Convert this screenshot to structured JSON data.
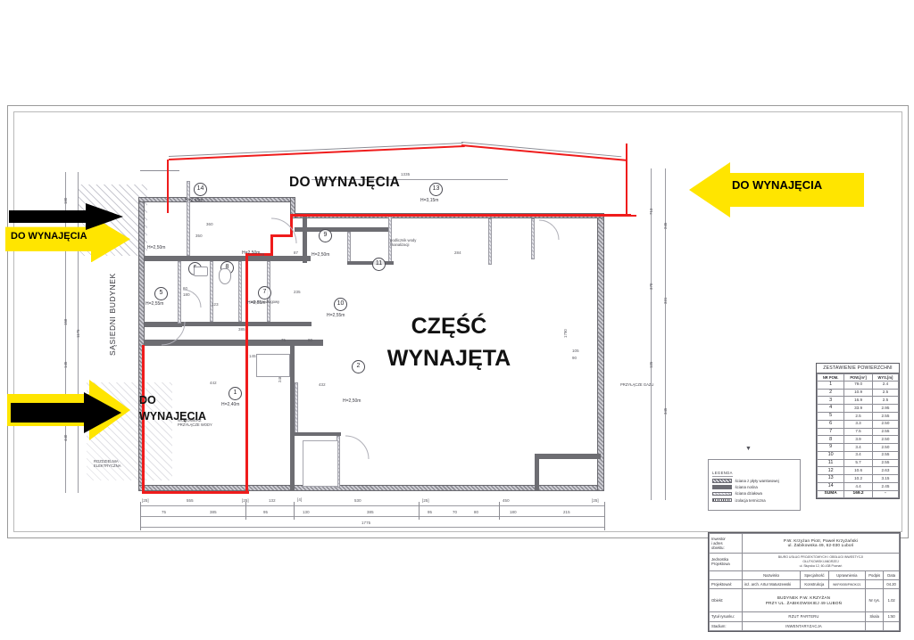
{
  "document": {
    "type": "architectural-floor-plan",
    "neighbour_building_label": "SĄSIEDNI BUDYNEK"
  },
  "callouts": {
    "top_label": "DO WYNAJĘCIA",
    "center_label": "CZĘŚĆ\nWYNAJĘTA",
    "bottom_left_label": "DO\nWYNAJĘCIA",
    "arrow_left_label": "DO WYNAJĘCIA",
    "arrow_right_label": "DO WYNAJĘCIA",
    "arrow_color": "#FFE500",
    "arrow_accent_color": "#000000",
    "marked_wall_color": "#EF1C1C"
  },
  "schedule": {
    "title": "ZESTAWIENIE POWIERZCHNI",
    "columns": [
      "NR POM.",
      "POW.[m²]",
      "WYS.[m]"
    ],
    "rows": [
      {
        "nr": "1",
        "pow": "79.0",
        "wys": "2.4"
      },
      {
        "nr": "2",
        "pow": "10.9",
        "wys": "2.5"
      },
      {
        "nr": "3",
        "pow": "16.9",
        "wys": "2.5"
      },
      {
        "nr": "4",
        "pow": "33.9",
        "wys": "2.95"
      },
      {
        "nr": "5",
        "pow": "2.5",
        "wys": "2.55"
      },
      {
        "nr": "6",
        "pow": "3.3",
        "wys": "2.50"
      },
      {
        "nr": "7",
        "pow": "7.5",
        "wys": "2.55"
      },
      {
        "nr": "8",
        "pow": "3.9",
        "wys": "2.50"
      },
      {
        "nr": "9",
        "pow": "3.4",
        "wys": "2.50"
      },
      {
        "nr": "10",
        "pow": "3.4",
        "wys": "2.55"
      },
      {
        "nr": "11",
        "pow": "5.7",
        "wys": "2.55"
      },
      {
        "nr": "12",
        "pow": "10.6",
        "wys": "2.63"
      },
      {
        "nr": "13",
        "pow": "10.2",
        "wys": "3.15"
      },
      {
        "nr": "14",
        "pow": "4.4",
        "wys": "2.45"
      }
    ],
    "sum_label": "SUMA",
    "sum_value": "169.2",
    "sum_wys": "-"
  },
  "legend": {
    "title": "LEGENDA",
    "items": [
      {
        "key": "sciana-warstwowa",
        "label": "ściana z płyty warstwowej"
      },
      {
        "key": "sciana-nosna",
        "label": "ściana nośna"
      },
      {
        "key": "sciana-dzialowa",
        "label": "ściana działowa"
      },
      {
        "key": "izolacja-termiczna",
        "label": "izolacja termiczna"
      }
    ]
  },
  "title_block": {
    "investor_label": "Inwestor\ni adres\nobiektu:",
    "investor_line1": "P.W. Krzyżan Piotr, Paweł Krzyżański",
    "investor_line2": "ul. Żabikowska 49, 62-030 Luboń",
    "unit_label": "Jednostka\nProjektowa",
    "unit_line1": "BIURO USŁUG PROJEKTOWYCH I OBSŁUGI INWESTYCJI",
    "unit_line2": "GŁUTKOWSKI ANDRZEJ",
    "unit_line3": "ul. Słupska 12, 60-438 Poznań",
    "cols": [
      "Nazwisko",
      "Specjalność",
      "Uprawnienia",
      "Podpis",
      "Data"
    ],
    "designer_label": "Projektował:",
    "designer_name": "inż. arch. Artur Matuszewski",
    "designer_spec": "Konstrukcja",
    "designer_perm": "WKP/0055/PWOK/21",
    "designer_sign": "",
    "designer_date": "04.20",
    "object_label": "Obiekt:",
    "object_line1": "BUDYNEK P.W. KRZYŻAN",
    "object_line2": "PRZY UL. ŻABIKOWSKIEJ 49 LUBOŃ",
    "sheet_no_label": "Nr rys.",
    "sheet_no_value": "1.02",
    "drawing_title_label": "Tytuł rysunku:",
    "drawing_title_value": "RZUT PARTERU",
    "scale_label": "Skala",
    "scale_value": "1:50",
    "stage_label": "Stadium:",
    "stage_value": "INWENTARYZACJA"
  },
  "rooms": [
    {
      "nr": "1",
      "height": "H=2,40m"
    },
    {
      "nr": "2",
      "height": "H=2,50m"
    },
    {
      "nr": "5",
      "height": "H=2,55m"
    },
    {
      "nr": "6",
      "height": "H=2,50m"
    },
    {
      "nr": "7",
      "height": "H=2,55m"
    },
    {
      "nr": "8",
      "height": "H=2,50m"
    },
    {
      "nr": "9",
      "height": "H=2,50m"
    },
    {
      "nr": "10",
      "height": "H=2,55m"
    },
    {
      "nr": "11",
      "height": "H=2,55m"
    },
    {
      "nr": "13",
      "height": "H=3,15m"
    },
    {
      "nr": "14",
      "height": "H=2,45m"
    }
  ],
  "notes": {
    "water_meter": "WODOMIERZ\nPRZYŁĄCZE WODY",
    "switchboard": "ROZDZIELNIA\nELEKTRYCZNA",
    "gas_connection": "PRZYŁĄCZE GAZU",
    "sub_counter": "podlicznik wody\ni kanalizacji",
    "floor_drain": "wpust podłogowy"
  },
  "dimensions": {
    "bottom_outer": [
      "[25]",
      "555",
      "[25]",
      "132",
      "[4]",
      "530",
      "[25]",
      "450",
      "[25]"
    ],
    "bottom_inner": [
      "75",
      "385",
      "95",
      "130",
      "385",
      "95",
      "70",
      "80",
      "180",
      "215"
    ],
    "bottom_total": "1775",
    "top_run": [
      "1335"
    ],
    "left_stack": [
      "180",
      "178",
      "1175",
      "158",
      "145",
      "440"
    ],
    "right_stack": [
      "713",
      "245",
      "370",
      "331",
      "125",
      "345"
    ],
    "interior_samples": [
      "360",
      "350",
      "97",
      "79",
      "87",
      "60",
      "180",
      "235",
      "123",
      "385",
      "442",
      "145",
      "75",
      "80",
      "284",
      "432",
      "105",
      "90",
      "1790",
      "246"
    ]
  }
}
